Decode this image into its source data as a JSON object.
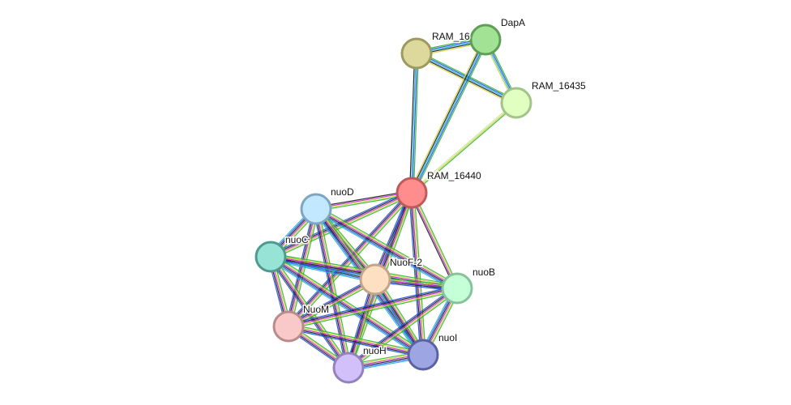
{
  "network": {
    "nodes": [
      {
        "id": "ram16440",
        "label": "RAM_16440",
        "fill": "#ff8d8d",
        "stroke": "#bf5a5a"
      },
      {
        "id": "dapa",
        "label": "DapA",
        "fill": "#a2e295",
        "stroke": "#5f9f55"
      },
      {
        "id": "ram16",
        "label": "RAM_16",
        "fill": "#ddd99c",
        "stroke": "#9d9a60"
      },
      {
        "id": "ram16435",
        "label": "RAM_16435",
        "fill": "#e0ffc0",
        "stroke": "#a3c489"
      },
      {
        "id": "nuod",
        "label": "nuoD",
        "fill": "#c2e8ff",
        "stroke": "#7ea6c2"
      },
      {
        "id": "nuoc",
        "label": "nuoC",
        "fill": "#97e3d6",
        "stroke": "#4f9a8e"
      },
      {
        "id": "nuof2",
        "label": "NuoF-2",
        "fill": "#fde0c2",
        "stroke": "#c4a489"
      },
      {
        "id": "nuob",
        "label": "nuoB",
        "fill": "#c4ffd7",
        "stroke": "#86c29b"
      },
      {
        "id": "nuom",
        "label": "NuoM",
        "fill": "#f9c9c9",
        "stroke": "#b98b8b"
      },
      {
        "id": "nuoh",
        "label": "nuoH",
        "fill": "#d2c0fa",
        "stroke": "#9482bd"
      },
      {
        "id": "nuoi",
        "label": "nuoI",
        "fill": "#9da5e3",
        "stroke": "#5a62a3"
      }
    ],
    "edges": [
      {
        "from": "ram16",
        "to": "dapa",
        "colors": [
          "#2fb52f",
          "#1f4fe0",
          "#20b4d2",
          "#1a1a1a",
          "#d2d244"
        ]
      },
      {
        "from": "ram16",
        "to": "ram16435",
        "colors": [
          "#2fb52f",
          "#1f4fe0",
          "#20b4d2",
          "#1a1a1a",
          "#d2d244"
        ]
      },
      {
        "from": "dapa",
        "to": "ram16435",
        "colors": [
          "#2fb52f",
          "#1f4fe0",
          "#20b4d2",
          "#d2d244"
        ]
      },
      {
        "from": "ram16",
        "to": "ram16440",
        "colors": [
          "#2fb52f",
          "#1f4fe0",
          "#20b4d2",
          "#1a1a1a"
        ]
      },
      {
        "from": "dapa",
        "to": "ram16440",
        "colors": [
          "#2fb52f",
          "#1f4fe0",
          "#20b4d2",
          "#1a1a1a",
          "#d2d244"
        ]
      },
      {
        "from": "ram16435",
        "to": "ram16440",
        "colors": [
          "#2fb52f",
          "#d2d244",
          "#c8e89a"
        ]
      },
      {
        "from": "ram16440",
        "to": "nuod",
        "colors": [
          "#2fb52f",
          "#d2d244",
          "#c02dd2",
          "#1a1a1a"
        ]
      },
      {
        "from": "ram16440",
        "to": "nuoc",
        "colors": [
          "#2fb52f",
          "#d2d244",
          "#c02dd2",
          "#1a1a1a",
          "#1f4fe0"
        ]
      },
      {
        "from": "ram16440",
        "to": "nuof2",
        "colors": [
          "#2fb52f",
          "#d2d244",
          "#c02dd2",
          "#1a1a1a",
          "#1f4fe0"
        ]
      },
      {
        "from": "ram16440",
        "to": "nuob",
        "colors": [
          "#2fb52f",
          "#d2d244",
          "#c02dd2",
          "#1a1a1a"
        ]
      },
      {
        "from": "ram16440",
        "to": "nuom",
        "colors": [
          "#2fb52f",
          "#d2d244",
          "#c02dd2",
          "#1a1a1a",
          "#1f4fe0"
        ]
      },
      {
        "from": "ram16440",
        "to": "nuoh",
        "colors": [
          "#2fb52f",
          "#d2d244",
          "#c02dd2",
          "#1a1a1a",
          "#1f4fe0"
        ]
      },
      {
        "from": "ram16440",
        "to": "nuoi",
        "colors": [
          "#2fb52f",
          "#d2d244",
          "#c02dd2",
          "#1a1a1a",
          "#1f4fe0"
        ]
      },
      {
        "from": "nuod",
        "to": "nuoc",
        "colors": [
          "#2fb52f",
          "#d2d244",
          "#c02dd2",
          "#1a1a1a",
          "#1f4fe0",
          "#20b4d2"
        ]
      },
      {
        "from": "nuod",
        "to": "nuof2",
        "colors": [
          "#2fb52f",
          "#d2d244",
          "#c02dd2",
          "#1a1a1a",
          "#1f4fe0",
          "#20b4d2"
        ]
      },
      {
        "from": "nuod",
        "to": "nuob",
        "colors": [
          "#2fb52f",
          "#d2d244",
          "#c02dd2",
          "#1a1a1a",
          "#1f4fe0",
          "#20b4d2"
        ]
      },
      {
        "from": "nuod",
        "to": "nuom",
        "colors": [
          "#2fb52f",
          "#d2d244",
          "#c02dd2",
          "#1a1a1a",
          "#1f4fe0"
        ]
      },
      {
        "from": "nuod",
        "to": "nuoh",
        "colors": [
          "#2fb52f",
          "#d2d244",
          "#c02dd2",
          "#1a1a1a",
          "#1f4fe0"
        ]
      },
      {
        "from": "nuod",
        "to": "nuoi",
        "colors": [
          "#2fb52f",
          "#d2d244",
          "#c02dd2",
          "#1a1a1a",
          "#1f4fe0",
          "#20b4d2"
        ]
      },
      {
        "from": "nuoc",
        "to": "nuof2",
        "colors": [
          "#2fb52f",
          "#d2d244",
          "#c02dd2",
          "#1a1a1a",
          "#1f4fe0",
          "#20b4d2"
        ]
      },
      {
        "from": "nuoc",
        "to": "nuob",
        "colors": [
          "#2fb52f",
          "#d2d244",
          "#c02dd2",
          "#1a1a1a",
          "#1f4fe0",
          "#20b4d2"
        ]
      },
      {
        "from": "nuoc",
        "to": "nuom",
        "colors": [
          "#2fb52f",
          "#d2d244",
          "#c02dd2",
          "#1a1a1a",
          "#1f4fe0"
        ]
      },
      {
        "from": "nuoc",
        "to": "nuoh",
        "colors": [
          "#2fb52f",
          "#d2d244",
          "#c02dd2",
          "#1a1a1a",
          "#1f4fe0"
        ]
      },
      {
        "from": "nuoc",
        "to": "nuoi",
        "colors": [
          "#2fb52f",
          "#d2d244",
          "#c02dd2",
          "#1a1a1a",
          "#1f4fe0",
          "#20b4d2"
        ]
      },
      {
        "from": "nuof2",
        "to": "nuob",
        "colors": [
          "#2fb52f",
          "#d2d244",
          "#c02dd2",
          "#1a1a1a",
          "#1f4fe0"
        ]
      },
      {
        "from": "nuof2",
        "to": "nuom",
        "colors": [
          "#2fb52f",
          "#d2d244",
          "#c02dd2",
          "#1a1a1a",
          "#1f4fe0"
        ]
      },
      {
        "from": "nuof2",
        "to": "nuoh",
        "colors": [
          "#2fb52f",
          "#d2d244",
          "#c02dd2",
          "#1a1a1a",
          "#1f4fe0"
        ]
      },
      {
        "from": "nuof2",
        "to": "nuoi",
        "colors": [
          "#2fb52f",
          "#d2d244",
          "#c02dd2",
          "#1a1a1a",
          "#1f4fe0",
          "#20b4d2"
        ]
      },
      {
        "from": "nuob",
        "to": "nuom",
        "colors": [
          "#2fb52f",
          "#d2d244",
          "#c02dd2",
          "#1a1a1a",
          "#1f4fe0"
        ]
      },
      {
        "from": "nuob",
        "to": "nuoh",
        "colors": [
          "#2fb52f",
          "#d2d244",
          "#c02dd2",
          "#1a1a1a",
          "#1f4fe0"
        ]
      },
      {
        "from": "nuob",
        "to": "nuoi",
        "colors": [
          "#2fb52f",
          "#d2d244",
          "#c02dd2",
          "#1a1a1a",
          "#1f4fe0",
          "#20b4d2"
        ]
      },
      {
        "from": "nuom",
        "to": "nuoh",
        "colors": [
          "#2fb52f",
          "#d2d244",
          "#c02dd2",
          "#1a1a1a",
          "#1f4fe0"
        ]
      },
      {
        "from": "nuom",
        "to": "nuoi",
        "colors": [
          "#2fb52f",
          "#d2d244",
          "#c02dd2",
          "#1a1a1a",
          "#1f4fe0"
        ]
      },
      {
        "from": "nuoh",
        "to": "nuoi",
        "colors": [
          "#2fb52f",
          "#d2d244",
          "#c02dd2",
          "#1a1a1a",
          "#1f4fe0",
          "#20b4d2"
        ]
      }
    ]
  }
}
